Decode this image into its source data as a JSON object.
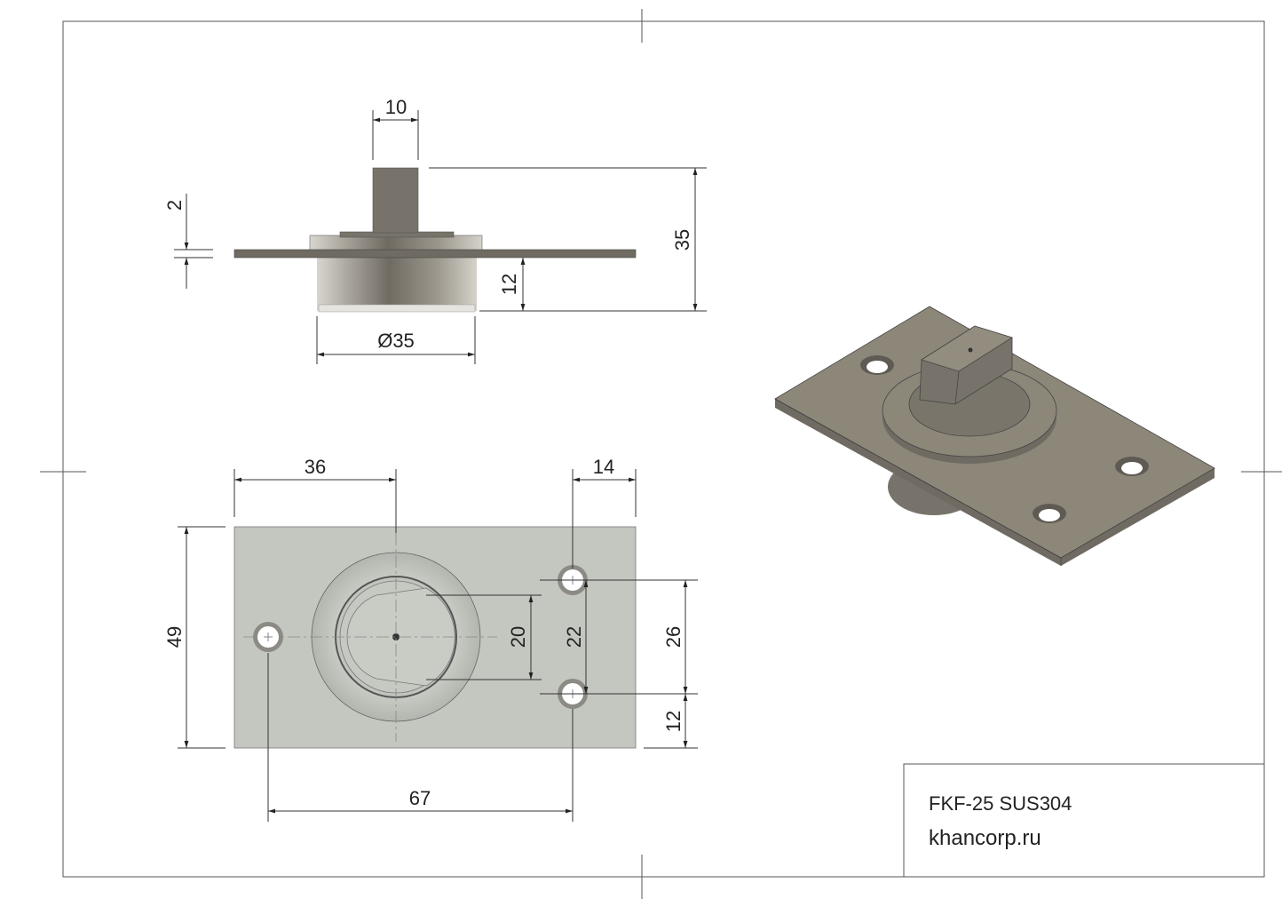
{
  "title_block": {
    "part_name": "FKF-25 SUS304",
    "website": "khancorp.ru"
  },
  "side_view": {
    "dimensions": {
      "stem_width": "10",
      "plate_thickness": "2",
      "total_height": "35",
      "body_height": "12",
      "body_diameter": "Ø35"
    }
  },
  "top_view": {
    "dimensions": {
      "center_offset": "36",
      "edge_to_hole": "14",
      "plate_height": "49",
      "stem_width": "20",
      "flat_width": "22",
      "hole_spacing_vertical": "26",
      "hole_to_edge": "12",
      "hole_spacing_horizontal": "67"
    }
  },
  "colors": {
    "metal_dark": "#6f6b62",
    "metal_top": "#c4c7bf",
    "iso_plate": "#8d877a"
  }
}
